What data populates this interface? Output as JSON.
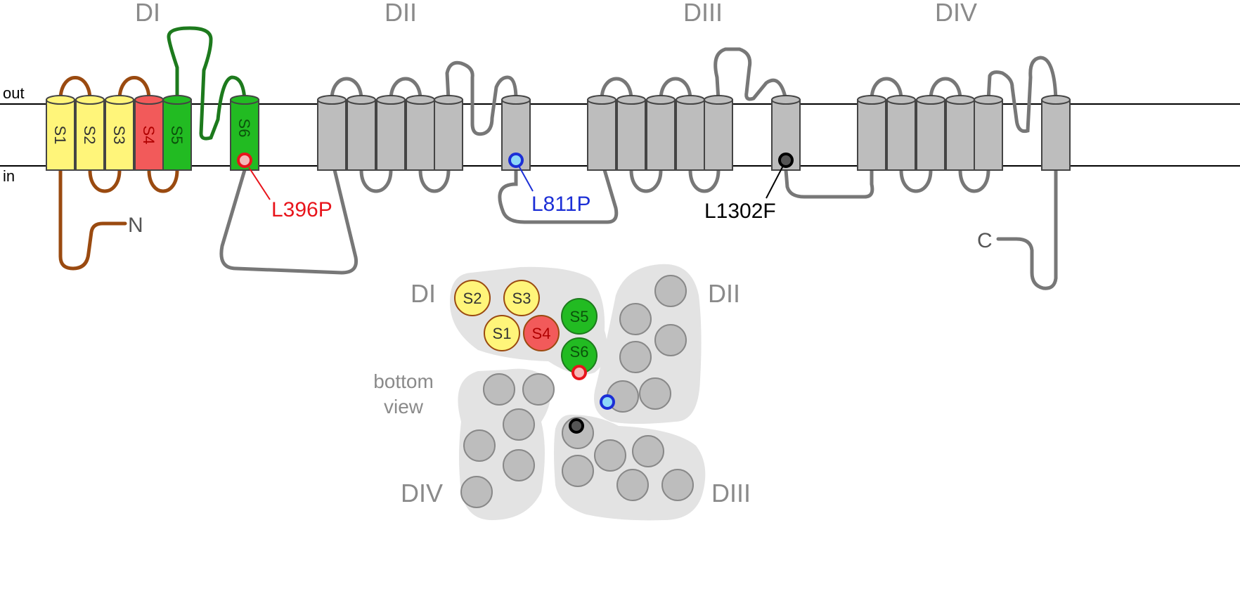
{
  "domains": [
    "DI",
    "DII",
    "DIII",
    "DIV"
  ],
  "membrane": {
    "out_label": "out",
    "in_label": "in"
  },
  "segments": [
    "S1",
    "S2",
    "S3",
    "S4",
    "S5",
    "S6"
  ],
  "termini": {
    "n": "N",
    "c": "C"
  },
  "mutations": [
    {
      "label": "L396P",
      "color": "#e8141b",
      "fill": "#f5b8b8"
    },
    {
      "label": "L811P",
      "color": "#1c2fd6",
      "fill": "#8ed8f8"
    },
    {
      "label": "L1302F",
      "color": "#000000",
      "fill": "#555555"
    }
  ],
  "bottom_view": {
    "label_line1": "bottom",
    "label_line2": "view",
    "domains": [
      "DI",
      "DII",
      "DIII",
      "DIV"
    ]
  },
  "colors": {
    "s1_s3": "#fff57a",
    "s4": "#f25a5a",
    "s5_s6": "#22bb22",
    "loop_brown": "#9a4a10",
    "loop_green": "#1d7a1d",
    "grey_segment": "#bdbdbd",
    "grey_loop": "#777777",
    "bottom_bg": "#e3e3e3"
  }
}
